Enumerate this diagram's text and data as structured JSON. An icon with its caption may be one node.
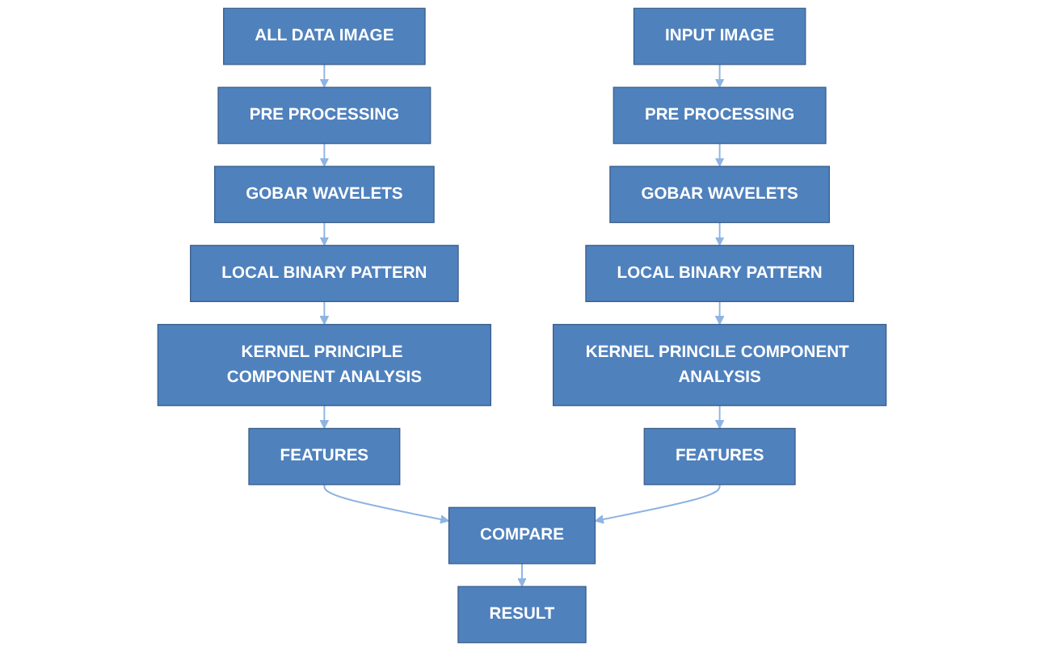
{
  "diagram": {
    "nodes": [
      {
        "text": [
          "ALL DATA IMAGE"
        ]
      },
      {
        "text": [
          "PRE PROCESSING"
        ]
      },
      {
        "text": [
          "GOBAR WAVELETS"
        ]
      },
      {
        "text": [
          "LOCAL BINARY PATTERN"
        ]
      },
      {
        "text": [
          "KERNEL PRINCIPLE COMPONENT ANALYSIS"
        ]
      },
      {
        "text": [
          "FEATURES"
        ]
      },
      {
        "text": [
          "INPUT IMAGE"
        ]
      },
      {
        "text": [
          "PRE PROCESSING"
        ]
      },
      {
        "text": [
          "GOBAR WAVELETS"
        ]
      },
      {
        "text": [
          "LOCAL BINARY PATTERN"
        ]
      },
      {
        "text": [
          "KERNEL PRINCILE COMPONENT ANALYSIS"
        ]
      },
      {
        "text": [
          "FEATURES"
        ]
      },
      {
        "text": [
          "COMPARE"
        ]
      },
      {
        "text": [
          "RESULT"
        ]
      }
    ],
    "edges": [
      {
        "from": 0,
        "to": 1,
        "arrow": "to"
      },
      {
        "from": 1,
        "to": 2,
        "arrow": "to"
      },
      {
        "from": 2,
        "to": 3,
        "arrow": "to"
      },
      {
        "from": 3,
        "to": 4,
        "arrow": "to"
      },
      {
        "from": 4,
        "to": 5,
        "arrow": "to"
      },
      {
        "from": 6,
        "to": 7,
        "arrow": "to"
      },
      {
        "from": 7,
        "to": 8,
        "arrow": "to"
      },
      {
        "from": 8,
        "to": 9,
        "arrow": "to"
      },
      {
        "from": 9,
        "to": 10,
        "arrow": "to"
      },
      {
        "from": 10,
        "to": 11,
        "arrow": "to"
      },
      {
        "from": 5,
        "to": 12,
        "arrow": "to"
      },
      {
        "from": 11,
        "to": 12,
        "arrow": "to"
      },
      {
        "from": 12,
        "to": 13,
        "arrow": "to"
      }
    ]
  }
}
